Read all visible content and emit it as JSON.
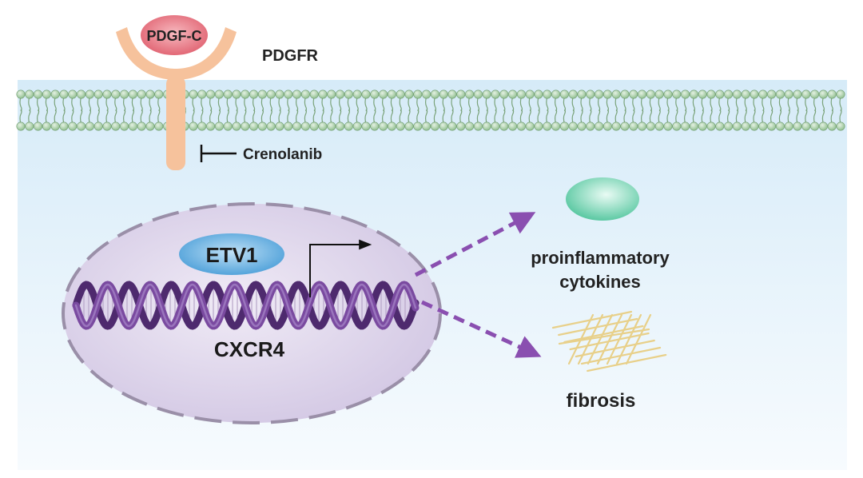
{
  "labels": {
    "ligand": "PDGF-C",
    "receptor": "PDGFR",
    "inhibitor": "Crenolanib",
    "transcription_factor": "ETV1",
    "gene": "CXCR4",
    "output_1": [
      "proinflammatory",
      "cytokines"
    ],
    "output_2": "fibrosis"
  },
  "colors": {
    "cell_background": "#e6f2fb",
    "membrane_head": "#a9cfa7",
    "receptor": "#f6c29c",
    "ligand": "#e8707e",
    "nucleus": "#dcd2ea",
    "nucleus_border": "#9a8fa8",
    "etv1": "#5aa9dd",
    "dna": "#6b3f8e",
    "arrow": "#8a4fb0",
    "cytokine": "#6fd1ad",
    "fibrosis": "#e8d08a"
  }
}
